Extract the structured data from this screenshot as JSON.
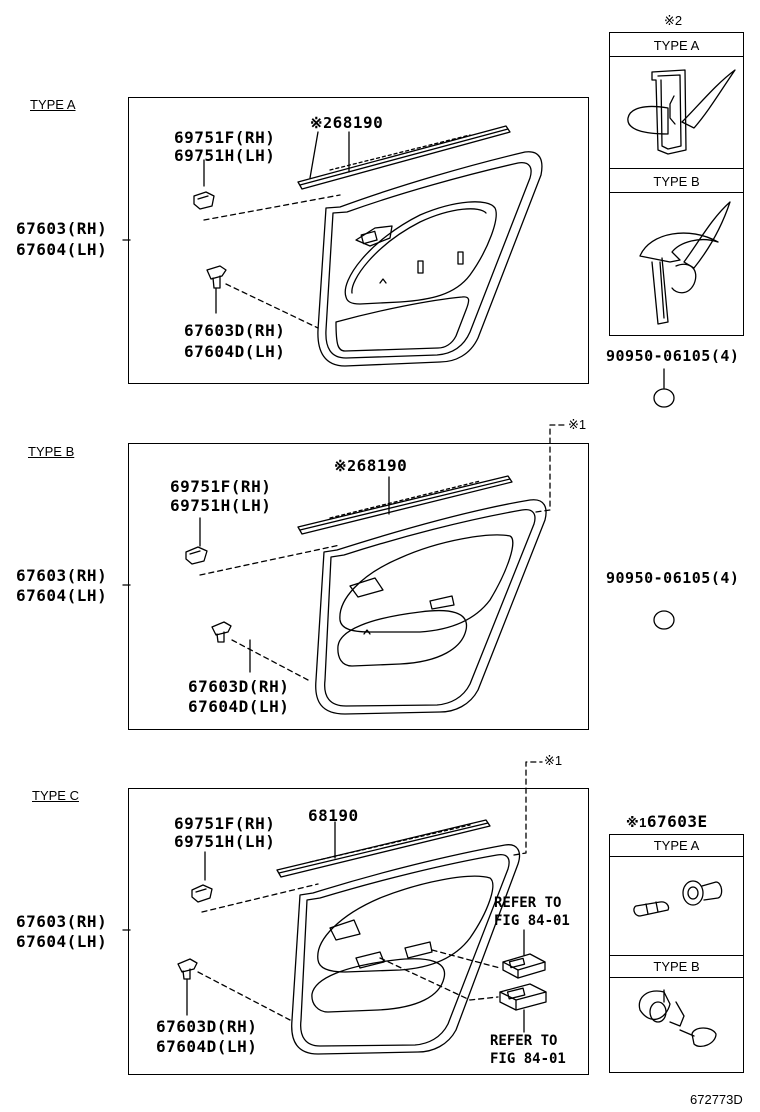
{
  "panel_a": {
    "type_label": "TYPE A",
    "clip_ref_mark": "※2",
    "weatherstrip": "68190",
    "clip_rh": "69751F(RH)",
    "clip_lh": "69751H(LH)",
    "board_rh": "67603(RH)",
    "board_lh": "67604(LH)",
    "fastener_rh": "67603D(RH)",
    "fastener_lh": "67604D(LH)"
  },
  "panel_b": {
    "type_label": "TYPE B",
    "clip_ref_mark": "※2",
    "weatherstrip": "68190",
    "note_mark": "※1",
    "clip_rh": "69751F(RH)",
    "clip_lh": "69751H(LH)",
    "board_rh": "67603(RH)",
    "board_lh": "67604(LH)",
    "fastener_rh": "67603D(RH)",
    "fastener_lh": "67604D(LH)"
  },
  "panel_c": {
    "type_label": "TYPE C",
    "weatherstrip": "68190",
    "note_mark": "※1",
    "clip_rh": "69751F(RH)",
    "clip_lh": "69751H(LH)",
    "board_rh": "67603(RH)",
    "board_lh": "67604(LH)",
    "fastener_rh": "67603D(RH)",
    "fastener_lh": "67604D(LH)",
    "refer_top_1": "REFER TO",
    "refer_top_2": "FIG 84-01",
    "refer_bottom_1": "REFER TO",
    "refer_bottom_2": "FIG 84-01"
  },
  "side_clip_box": {
    "mark": "※2",
    "type_a": "TYPE A",
    "type_b": "TYPE B",
    "part_number": "90950-06105(4)"
  },
  "side_plug_b": {
    "part_number": "90950-06105(4)"
  },
  "side_fastener_box": {
    "mark": "※1",
    "part_number": "67603E",
    "type_a": "TYPE A",
    "type_b": "TYPE B"
  },
  "drawing_code": "672773D"
}
